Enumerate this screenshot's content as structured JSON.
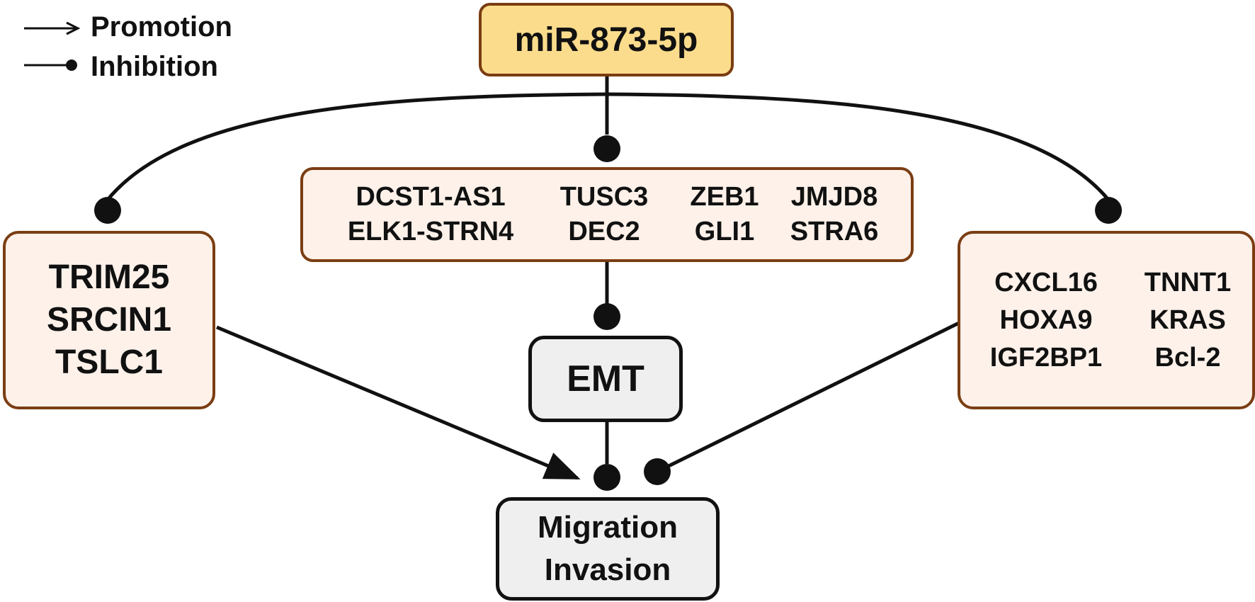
{
  "legend": {
    "promotion": "Promotion",
    "inhibition": "Inhibition"
  },
  "nodes": {
    "mirna": "miR-873-5p",
    "center_targets": [
      "DCST1-AS1",
      "TUSC3",
      "ZEB1",
      "JMJD8",
      "ELK1-STRN4",
      "DEC2",
      "GLI1",
      "STRA6"
    ],
    "left_targets": [
      "TRIM25",
      "SRCIN1",
      "TSLC1"
    ],
    "right_targets": [
      "CXCL16",
      "TNNT1",
      "HOXA9",
      "KRAS",
      "IGF2BP1",
      "Bcl-2"
    ],
    "emt": "EMT",
    "outcome": [
      "Migration",
      "Invasion"
    ]
  },
  "colors": {
    "mirna_fill": "#fbdc8c",
    "target_fill": "#fdf1ea",
    "target_border": "#7a3d12",
    "process_fill": "#efefef",
    "line": "#111111"
  }
}
